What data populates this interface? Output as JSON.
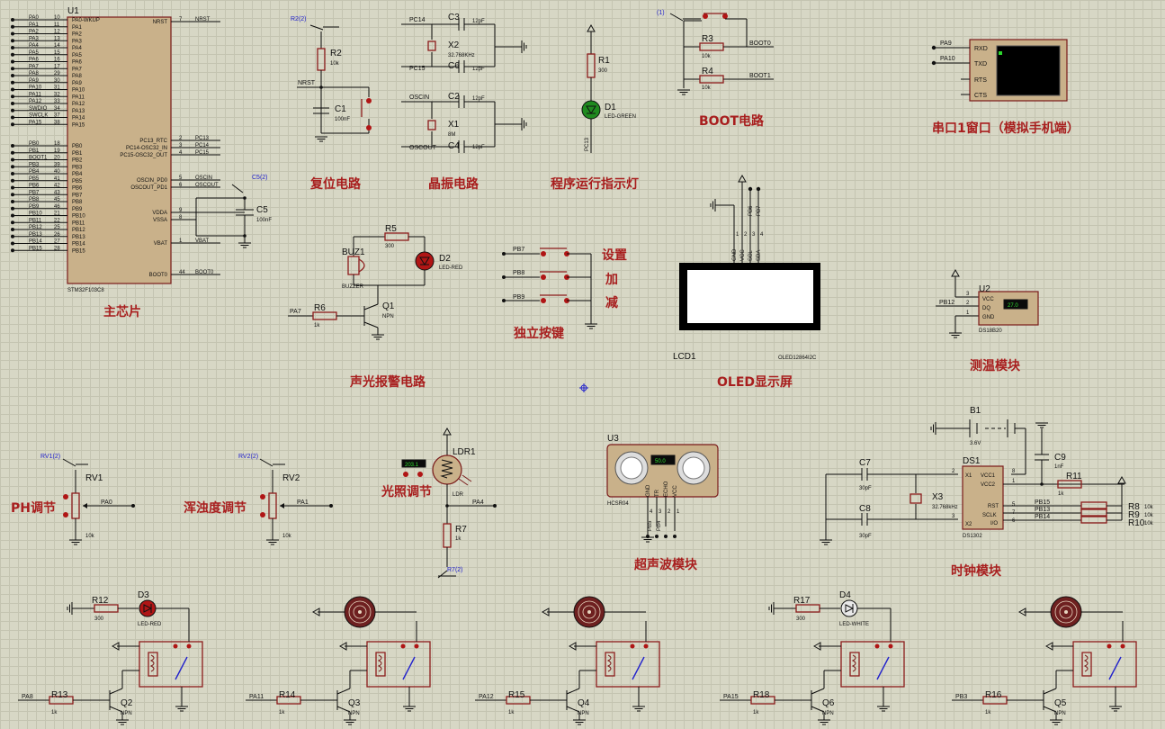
{
  "mcu": {
    "ref": "U1",
    "part": "STM32F103C8",
    "left_pins": [
      {
        "net": "PA0",
        "num": "10",
        "name": "PA0-WKUP"
      },
      {
        "net": "PA1",
        "num": "11",
        "name": "PA1"
      },
      {
        "net": "PA2",
        "num": "12",
        "name": "PA2"
      },
      {
        "net": "PA3",
        "num": "13",
        "name": "PA3"
      },
      {
        "net": "PA4",
        "num": "14",
        "name": "PA4"
      },
      {
        "net": "PA5",
        "num": "15",
        "name": "PA5"
      },
      {
        "net": "PA6",
        "num": "16",
        "name": "PA6"
      },
      {
        "net": "PA7",
        "num": "17",
        "name": "PA7"
      },
      {
        "net": "PA8",
        "num": "29",
        "name": "PA8"
      },
      {
        "net": "PA9",
        "num": "30",
        "name": "PA9"
      },
      {
        "net": "PA10",
        "num": "31",
        "name": "PA10"
      },
      {
        "net": "PA11",
        "num": "32",
        "name": "PA11"
      },
      {
        "net": "PA12",
        "num": "33",
        "name": "PA12"
      },
      {
        "net": "SWDIO",
        "num": "34",
        "name": "PA13"
      },
      {
        "net": "SWCLK",
        "num": "37",
        "name": "PA14"
      },
      {
        "net": "PA15",
        "num": "38",
        "name": "PA15"
      },
      {
        "net": "PB0",
        "num": "18",
        "name": "PB0"
      },
      {
        "net": "PB1",
        "num": "19",
        "name": "PB1"
      },
      {
        "net": "BOOT1",
        "num": "20",
        "name": "PB2"
      },
      {
        "net": "PB3",
        "num": "39",
        "name": "PB3"
      },
      {
        "net": "PB4",
        "num": "40",
        "name": "PB4"
      },
      {
        "net": "PB5",
        "num": "41",
        "name": "PB5"
      },
      {
        "net": "PB6",
        "num": "42",
        "name": "PB6"
      },
      {
        "net": "PB7",
        "num": "43",
        "name": "PB7"
      },
      {
        "net": "PB8",
        "num": "45",
        "name": "PB8"
      },
      {
        "net": "PB9",
        "num": "46",
        "name": "PB9"
      },
      {
        "net": "PB10",
        "num": "21",
        "name": "PB10"
      },
      {
        "net": "PB11",
        "num": "22",
        "name": "PB11"
      },
      {
        "net": "PB12",
        "num": "25",
        "name": "PB12"
      },
      {
        "net": "PB13",
        "num": "26",
        "name": "PB13"
      },
      {
        "net": "PB14",
        "num": "27",
        "name": "PB14"
      },
      {
        "net": "PB15",
        "num": "28",
        "name": "PB15"
      }
    ],
    "right_pins": [
      {
        "net": "NRST",
        "num": "7",
        "name": "NRST"
      },
      {
        "net": "PC13",
        "num": "2",
        "name": "PC13_RTC"
      },
      {
        "net": "PC14",
        "num": "3",
        "name": "PC14-OSC32_IN"
      },
      {
        "net": "PC15",
        "num": "4",
        "name": "PC15-OSC32_OUT"
      },
      {
        "net": "OSCIN",
        "num": "5",
        "name": "OSCIN_PD0"
      },
      {
        "net": "OSCOUT",
        "num": "6",
        "name": "OSCOUT_PD1"
      },
      {
        "net": "",
        "num": "9",
        "name": "VDDA"
      },
      {
        "net": "",
        "num": "8",
        "name": "VSSA"
      },
      {
        "net": "VBAT",
        "num": "1",
        "name": "VBAT"
      },
      {
        "net": "BOOT0",
        "num": "44",
        "name": "BOOT0"
      }
    ]
  },
  "titles": {
    "main_chip": "主芯片",
    "reset": "复位电路",
    "crystal": "晶振电路",
    "run_led": "程序运行指示灯",
    "boot": "BOOT电路",
    "uart": "串口1窗口（模拟手机端）",
    "alarm": "声光报警电路",
    "keys": "独立按键",
    "oled": "OLED显示屏",
    "temp": "测温模块",
    "ph": "PH调节",
    "turbidity": "浑浊度调节",
    "light": "光照调节",
    "ultrasonic": "超声波模块",
    "clock": "时钟模块",
    "key_set": "设置",
    "key_add": "加",
    "key_sub": "减"
  },
  "reset": {
    "r2": "R2",
    "r2_val": "10k",
    "c1": "C1",
    "c1_val": "100nF",
    "net": "NRST",
    "probe": "R2(2)"
  },
  "crystal": {
    "c3": "C3",
    "c3_val": "12pF",
    "x2": "X2",
    "x2_val": "32.768KHz",
    "c6": "C6",
    "c6_val": "12pF",
    "c2": "C2",
    "c2_val": "12pF",
    "x1": "X1",
    "x1_val": "8M",
    "c4": "C4",
    "c4_val": "12pF",
    "n1": "PC14",
    "n2": "PC15",
    "n3": "OSCIN",
    "n4": "OSCOUT"
  },
  "run_led": {
    "r1": "R1",
    "r1_val": "300",
    "d1": "D1",
    "d1_val": "LED-GREEN",
    "net": "PC13"
  },
  "boot": {
    "r3": "R3",
    "r3_val": "10k",
    "r4": "R4",
    "r4_val": "10k",
    "n0": "BOOT0",
    "n1": "BOOT1",
    "probe": "(1)"
  },
  "c5": {
    "ref": "C5",
    "val": "100nF",
    "probe": "C5(2)"
  },
  "uart": {
    "rxd": "RXD",
    "txd": "TXD",
    "rts": "RTS",
    "cts": "CTS",
    "pa9": "PA9",
    "pa10": "PA10"
  },
  "alarm": {
    "buz": "BUZ1",
    "buz_val": "BUZZER",
    "r5": "R5",
    "r5_val": "300",
    "d2": "D2",
    "d2_val": "LED-RED",
    "r6": "R6",
    "r6_val": "1k",
    "q1": "Q1",
    "q1_val": "NPN",
    "net": "PA7"
  },
  "keys": {
    "pb7": "PB7",
    "pb8": "PB8",
    "pb9": "PB9"
  },
  "oled": {
    "ref": "LCD1",
    "part": "OLED12864I2C",
    "pins": [
      "GND",
      "VCC",
      "SCL",
      "SDA"
    ],
    "nums": [
      "1",
      "2",
      "3",
      "4"
    ],
    "n_scl": "PB6",
    "n_sda": "PB7"
  },
  "temp": {
    "ref": "U2",
    "part": "DS18B20",
    "vcc": "VCC",
    "dq": "DQ",
    "gnd": "GND",
    "reading": "27.0",
    "net": "PB12",
    "n3": "3",
    "n2": "2",
    "n1": "1"
  },
  "ph": {
    "ref": "RV1",
    "val": "10k",
    "net": "PA0",
    "probe": "RV1(2)"
  },
  "turbidity": {
    "ref": "RV2",
    "val": "10k",
    "net": "PA1",
    "probe": "RV2(2)"
  },
  "light": {
    "ref": "LDR1",
    "sub": "LDR",
    "reading": "203.1",
    "r7": "R7",
    "r7_val": "1k",
    "net": "PA4",
    "probe": "R7(2)"
  },
  "ultrasonic": {
    "ref": "U3",
    "part": "HCSR04",
    "reading": "50.0",
    "pins": [
      "GND",
      "TR",
      "ECHO",
      "VCC"
    ],
    "nums": [
      "4",
      "3",
      "2",
      "1"
    ],
    "n1": "PB5",
    "n2": "PB4"
  },
  "clock": {
    "b1": "B1",
    "b1_val": "3.6V",
    "c7": "C7",
    "c7_val": "30pF",
    "c8": "C8",
    "c8_val": "30pF",
    "x3": "X3",
    "x3_val": "32.768kHz",
    "c9": "C9",
    "c9_val": "1nF",
    "r11": "R11",
    "r11_val": "1k",
    "ds": "DS1",
    "ds_part": "DS1302",
    "x1": "X1",
    "x2": "X2",
    "vcc1": "VCC1",
    "vcc2": "VCC2",
    "rst": "RST",
    "sclk": "SCLK",
    "io": "I/O",
    "p2": "2",
    "p3": "3",
    "p8": "8",
    "p1": "1",
    "p5": "5",
    "p7": "7",
    "p6": "6",
    "pb15": "PB15",
    "pb13": "PB13",
    "pb14": "PB14",
    "r8": "R8",
    "r9": "R9",
    "r10": "R10",
    "rv": "10k"
  },
  "relays": [
    {
      "r": "R13",
      "r_val": "1k",
      "net": "PA8",
      "q": "Q2",
      "q_val": "NPN",
      "led": "D3",
      "led_r": "R12",
      "led_r_val": "300",
      "led_val": "LED-RED"
    },
    {
      "r": "R14",
      "r_val": "1k",
      "net": "PA11",
      "q": "Q3",
      "q_val": "NPN"
    },
    {
      "r": "R15",
      "r_val": "1k",
      "net": "PA12",
      "q": "Q4",
      "q_val": "NPN"
    },
    {
      "r": "R18",
      "r_val": "1k",
      "net": "PA15",
      "q": "Q6",
      "q_val": "NPN",
      "led": "D4",
      "led_r": "R17",
      "led_r_val": "300",
      "led_val": "LED-WHITE"
    },
    {
      "r": "R16",
      "r_val": "1k",
      "net": "PB3",
      "q": "Q5",
      "q_val": "NPN"
    }
  ]
}
